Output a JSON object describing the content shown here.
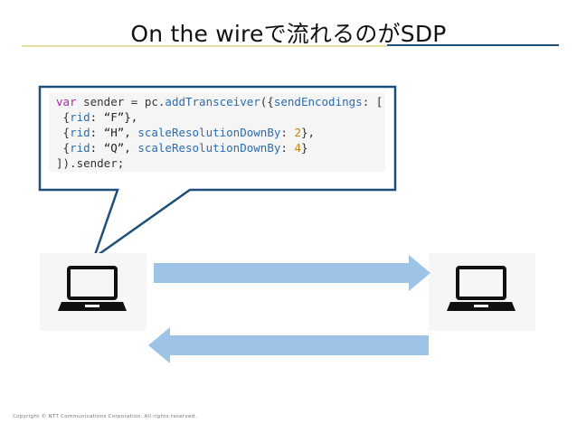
{
  "slide": {
    "title": "On the wireで流れるのがSDP",
    "copyright": "Copyright © NTT Communications Corporation. All rights reserved."
  },
  "code": {
    "lines": [
      [
        {
          "t": "var",
          "c": "kw"
        },
        {
          "t": " sender = pc.",
          "c": ""
        },
        {
          "t": "addTransceiver",
          "c": "fn"
        },
        {
          "t": "({",
          "c": ""
        },
        {
          "t": "sendEncodings",
          "c": "prop"
        },
        {
          "t": ": [",
          "c": ""
        }
      ],
      [
        {
          "t": " {",
          "c": ""
        },
        {
          "t": "rid",
          "c": "prop"
        },
        {
          "t": ": “F”},",
          "c": "str"
        }
      ],
      [
        {
          "t": " {",
          "c": ""
        },
        {
          "t": "rid",
          "c": "prop"
        },
        {
          "t": ": “H”, ",
          "c": "str"
        },
        {
          "t": "scaleResolutionDownBy",
          "c": "prop"
        },
        {
          "t": ": ",
          "c": ""
        },
        {
          "t": "2",
          "c": "num"
        },
        {
          "t": "},",
          "c": ""
        }
      ],
      [
        {
          "t": " {",
          "c": ""
        },
        {
          "t": "rid",
          "c": "prop"
        },
        {
          "t": ": “Q”, ",
          "c": "str"
        },
        {
          "t": "scaleResolutionDownBy",
          "c": "prop"
        },
        {
          "t": ": ",
          "c": ""
        },
        {
          "t": "4",
          "c": "num"
        },
        {
          "t": "}",
          "c": ""
        }
      ],
      [
        {
          "t": "]).sender;",
          "c": ""
        }
      ]
    ]
  },
  "icons": {
    "left_device": "laptop-icon",
    "right_device": "laptop-icon",
    "top_arrow": "arrow-right-icon",
    "bottom_arrow": "arrow-left-icon"
  },
  "colors": {
    "arrow_fill": "#9dc3e6",
    "callout_stroke": "#1f4e79",
    "title_rule": "#1f4e79"
  }
}
